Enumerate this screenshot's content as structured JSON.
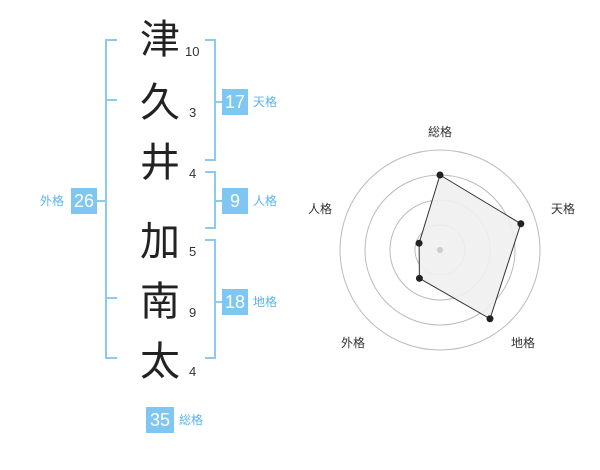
{
  "name": {
    "surname": [
      {
        "char": "津",
        "strokes": "10"
      },
      {
        "char": "久",
        "strokes": "3"
      },
      {
        "char": "井",
        "strokes": "4"
      }
    ],
    "given": [
      {
        "char": "加",
        "strokes": "5"
      },
      {
        "char": "南",
        "strokes": "9"
      },
      {
        "char": "太",
        "strokes": "4"
      }
    ]
  },
  "fortunes": {
    "tenkaku": {
      "value": "17",
      "label": "天格"
    },
    "jinkaku": {
      "value": "9",
      "label": "人格"
    },
    "chikaku": {
      "value": "18",
      "label": "地格"
    },
    "gaikaku": {
      "value": "26",
      "label": "外格"
    },
    "soukaku": {
      "value": "35",
      "label": "総格"
    }
  },
  "chart_data": {
    "type": "radar",
    "axes": [
      "総格",
      "天格",
      "地格",
      "外格",
      "人格"
    ],
    "values": [
      0.75,
      0.85,
      0.85,
      0.35,
      0.22
    ],
    "range": [
      0,
      1
    ],
    "rings": 4
  },
  "colors": {
    "accent": "#7fc7f1",
    "accent_text": "#5ab4ea",
    "bracket": "#8ccaf0",
    "ring": "#bbbbbb",
    "fill": "#f0f0f0",
    "outline": "#333333"
  }
}
